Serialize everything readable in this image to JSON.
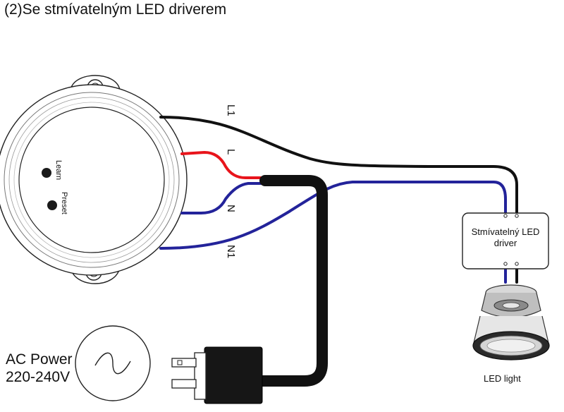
{
  "title": "(2)Se stmívatelným LED driverem",
  "sensor": {
    "learn_label": "Learn",
    "preset_label": "Preset"
  },
  "wires": {
    "l1": "L1",
    "l": "L",
    "n": "N",
    "n1": "N1"
  },
  "driver": {
    "line1": "Stmívatelný LED",
    "line2": "driver"
  },
  "led": {
    "label": "LED light"
  },
  "power": {
    "line1": "AC Power",
    "line2": "220-240V"
  },
  "colors": {
    "live": "#e8141b",
    "neutral": "#23239a",
    "black": "#111111"
  }
}
